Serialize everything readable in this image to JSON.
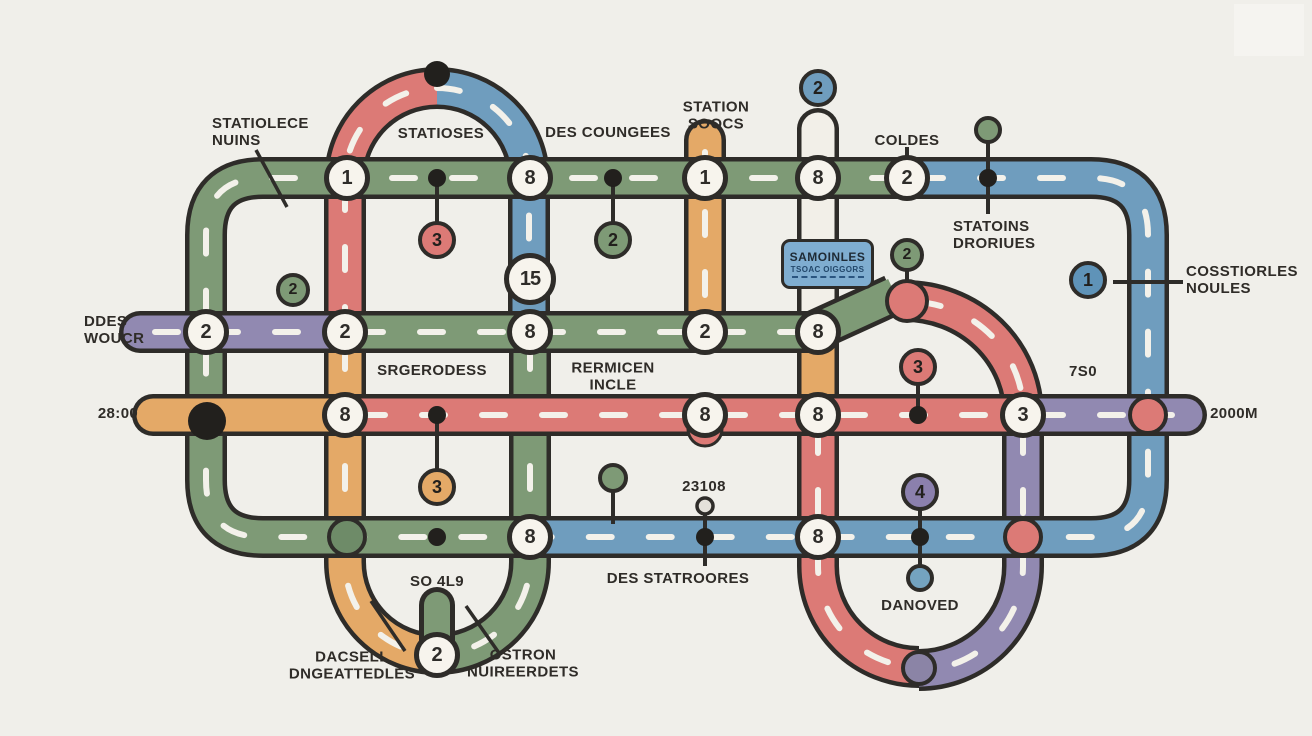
{
  "colors": {
    "background": "#f0efea",
    "green": "#7e9a76",
    "red": "#dc7a76",
    "blue": "#6f9dbe",
    "orange": "#e4a967",
    "purple": "#9189b1",
    "casing": "#2e2c29",
    "dash": "#f3f1ea",
    "station_fill": "#f7f4ed",
    "legend_blue": "#7fadd0"
  },
  "legend_box": {
    "line1": "SAMOINLES",
    "line2": "TSOAC OIGGORS"
  },
  "labels": {
    "statiolece": {
      "line1": "STATIOLECE",
      "line2": "NUINS"
    },
    "statioses": {
      "text": "STATIOSES"
    },
    "des_coungees": {
      "text": "DES COUNGEES"
    },
    "station_soocs": {
      "line1": "STATION",
      "line2": "SOOCS"
    },
    "coldes": {
      "text": "COLDES"
    },
    "statoins_droriues": {
      "line1": "STATOINS",
      "line2": "DRORIUES"
    },
    "cosstiorles_noules": {
      "line1": "COSSTIORLES",
      "line2": "NOULES"
    },
    "ddes_woucr": {
      "line1": "DDES",
      "line2": "WOUCR"
    },
    "srgerodess": {
      "text": "SRGERODESS"
    },
    "rermicen_incle": {
      "line1": "RERMICEN",
      "line2": "INCLE"
    },
    "dist_750": {
      "text": "7S0"
    },
    "time_2800": {
      "text": "28:00"
    },
    "dist_2000m": {
      "text": "2000M"
    },
    "num_23108": {
      "text": "23108"
    },
    "des_statroores": {
      "text": "DES STATROORES"
    },
    "so_4l9": {
      "text": "SO 4L9"
    },
    "dacsell": {
      "line1": "DACSELL",
      "line2": "DNGEATTEDLES"
    },
    "ostron": {
      "line1": "OSTRON",
      "line2": "NUIREERDETS"
    },
    "danoved": {
      "text": "DANOVED"
    }
  },
  "stations": {
    "row1_a": "1",
    "row1_b": "8",
    "row1_c": "1",
    "row1_d": "8",
    "row1_e": "2",
    "row2_a": "2",
    "row2_b": "2",
    "row2_c": "8",
    "row2_d": "2",
    "row2_e": "8",
    "row3_a": "8",
    "row3_b": "8",
    "row3_c": "8",
    "row3_d": "3",
    "row4_a": "8",
    "row4_b": "8",
    "blue_15": "15",
    "bottom_2": "2"
  },
  "badges": {
    "red3_top": "3",
    "green2_mid": "2",
    "green2_left": "2",
    "blue2_top": "2",
    "green2_right": "2",
    "red3_right": "3",
    "orange3_bottom": "3",
    "purple4_bottom": "4",
    "blue1_right": "1"
  }
}
